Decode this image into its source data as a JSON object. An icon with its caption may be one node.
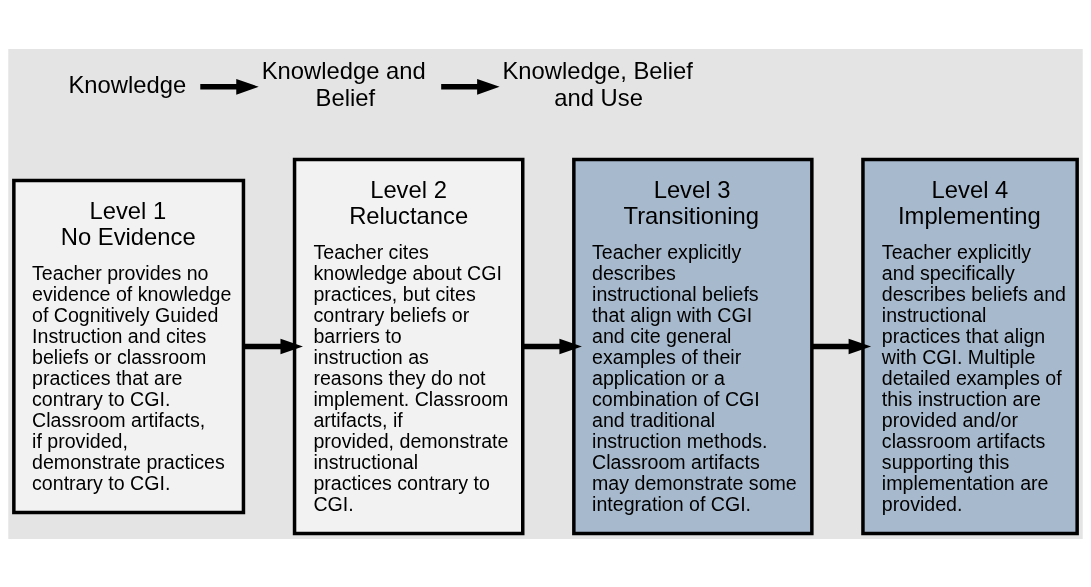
{
  "diagram": {
    "nodes": [
      {
        "text": [
          "Knowledge"
        ]
      },
      {
        "text": [
          "Knowledge and Belief"
        ]
      },
      {
        "text": [
          "Knowledge, Belief and Use"
        ]
      },
      {
        "text": [
          "Level 1 No Evidence",
          "Teacher provides no evidence of knowledge of Cognitively Guided Instruction and cites beliefs or classroom practices that are contrary to CGI. Classroom artifacts, if provided, demonstrate practices contrary to CGI."
        ]
      },
      {
        "text": [
          "Level 2 Reluctance",
          "Teacher cites knowledge about CGI practices, but cites contrary beliefs or barriers to instruction as reasons they do not implement. Classroom artifacts, if provided, demonstrate instructional practices contrary to CGI."
        ]
      },
      {
        "text": [
          "Level 3 Transitioning",
          "Teacher explicitly describes instructional beliefs that align with CGI and cite general examples of their application or a combination of CGI and traditional instruction methods. Classroom artifacts may demonstrate some integration of CGI."
        ]
      },
      {
        "text": [
          "Level 4 Implementing",
          "Teacher explicitly and specifically describes beliefs and instructional practices that align with CGI. Multiple detailed examples of this instruction are provided and/or classroom artifacts supporting this implementation are provided."
        ]
      }
    ],
    "edges": [
      {
        "from": 0,
        "to": 1,
        "arrow": "to"
      },
      {
        "from": 1,
        "to": 2,
        "arrow": "to"
      },
      {
        "from": 3,
        "to": 4,
        "arrow": "to"
      },
      {
        "from": 4,
        "to": 5,
        "arrow": "to"
      },
      {
        "from": 5,
        "to": 6,
        "arrow": "to"
      }
    ]
  }
}
